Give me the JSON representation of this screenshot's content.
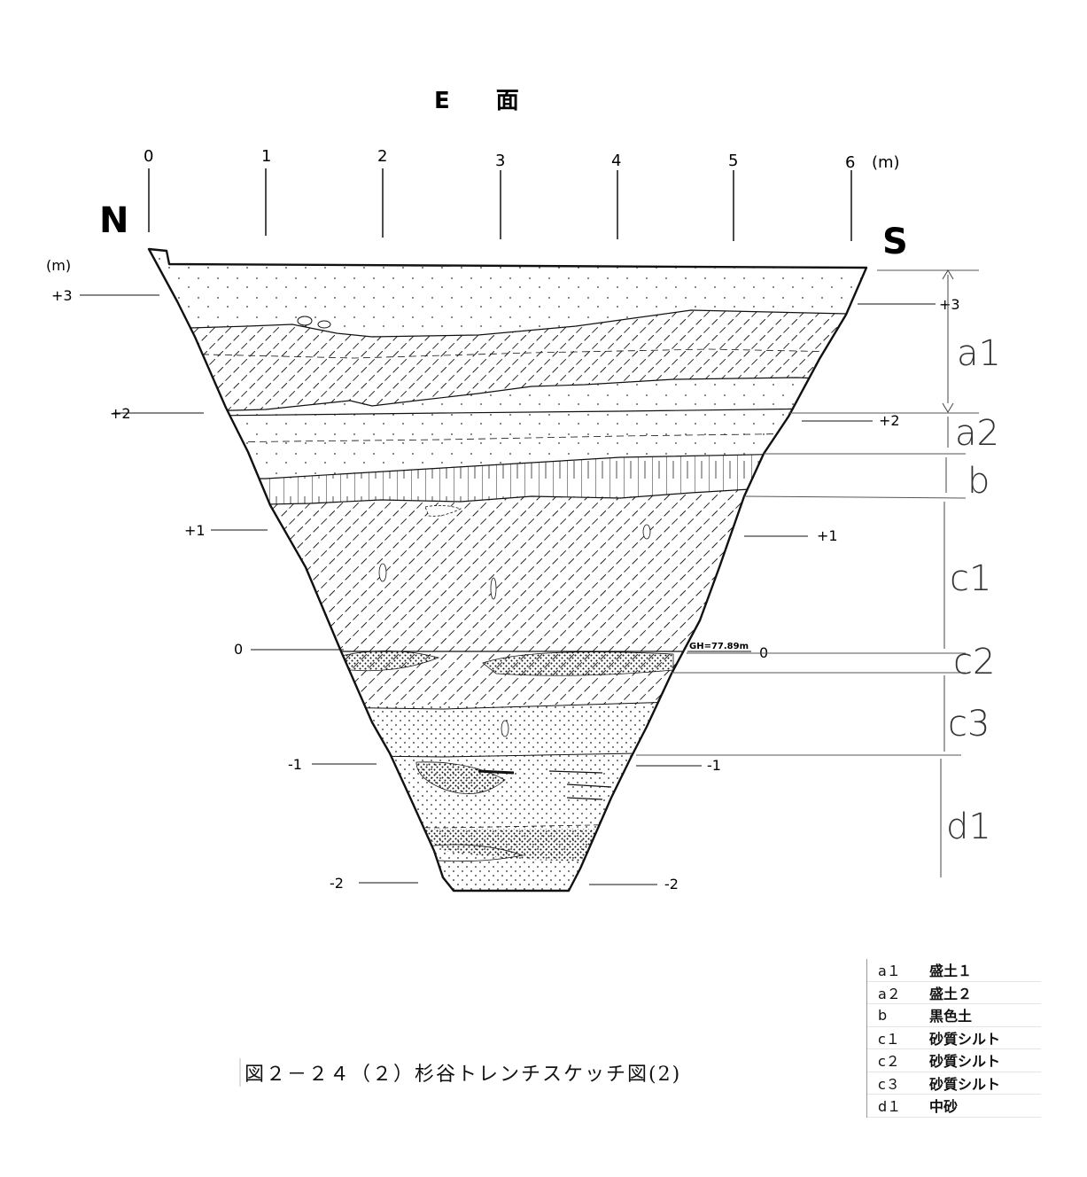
{
  "header": {
    "title": "E　　面"
  },
  "direction": {
    "north": "N",
    "south": "S"
  },
  "horizontal_axis": {
    "ticks": [
      "0",
      "1",
      "2",
      "3",
      "4",
      "5",
      "6"
    ],
    "unit": "(m)"
  },
  "vertical_axis": {
    "unit": "(m)",
    "left_labels": [
      "+3",
      "+2",
      "+1",
      "0",
      "-1",
      "-2"
    ],
    "right_labels": [
      "+3",
      "+2",
      "+1",
      "0",
      "-1",
      "-2"
    ]
  },
  "datum": {
    "gh_label": "GH=77.89m"
  },
  "layers": [
    "a1",
    "a2",
    "b",
    "c1",
    "c2",
    "c3",
    "d1"
  ],
  "caption": "図２－２４（２）杉谷トレンチスケッチ図(2)",
  "legend": [
    {
      "code": "a１",
      "name": "盛土１"
    },
    {
      "code": "a２",
      "name": "盛土２"
    },
    {
      "code": "b",
      "name": "黒色土"
    },
    {
      "code": "c１",
      "name": "砂質シルト"
    },
    {
      "code": "c２",
      "name": "砂質シルト"
    },
    {
      "code": "c３",
      "name": "砂質シルト"
    },
    {
      "code": "d１",
      "name": "中砂"
    }
  ]
}
